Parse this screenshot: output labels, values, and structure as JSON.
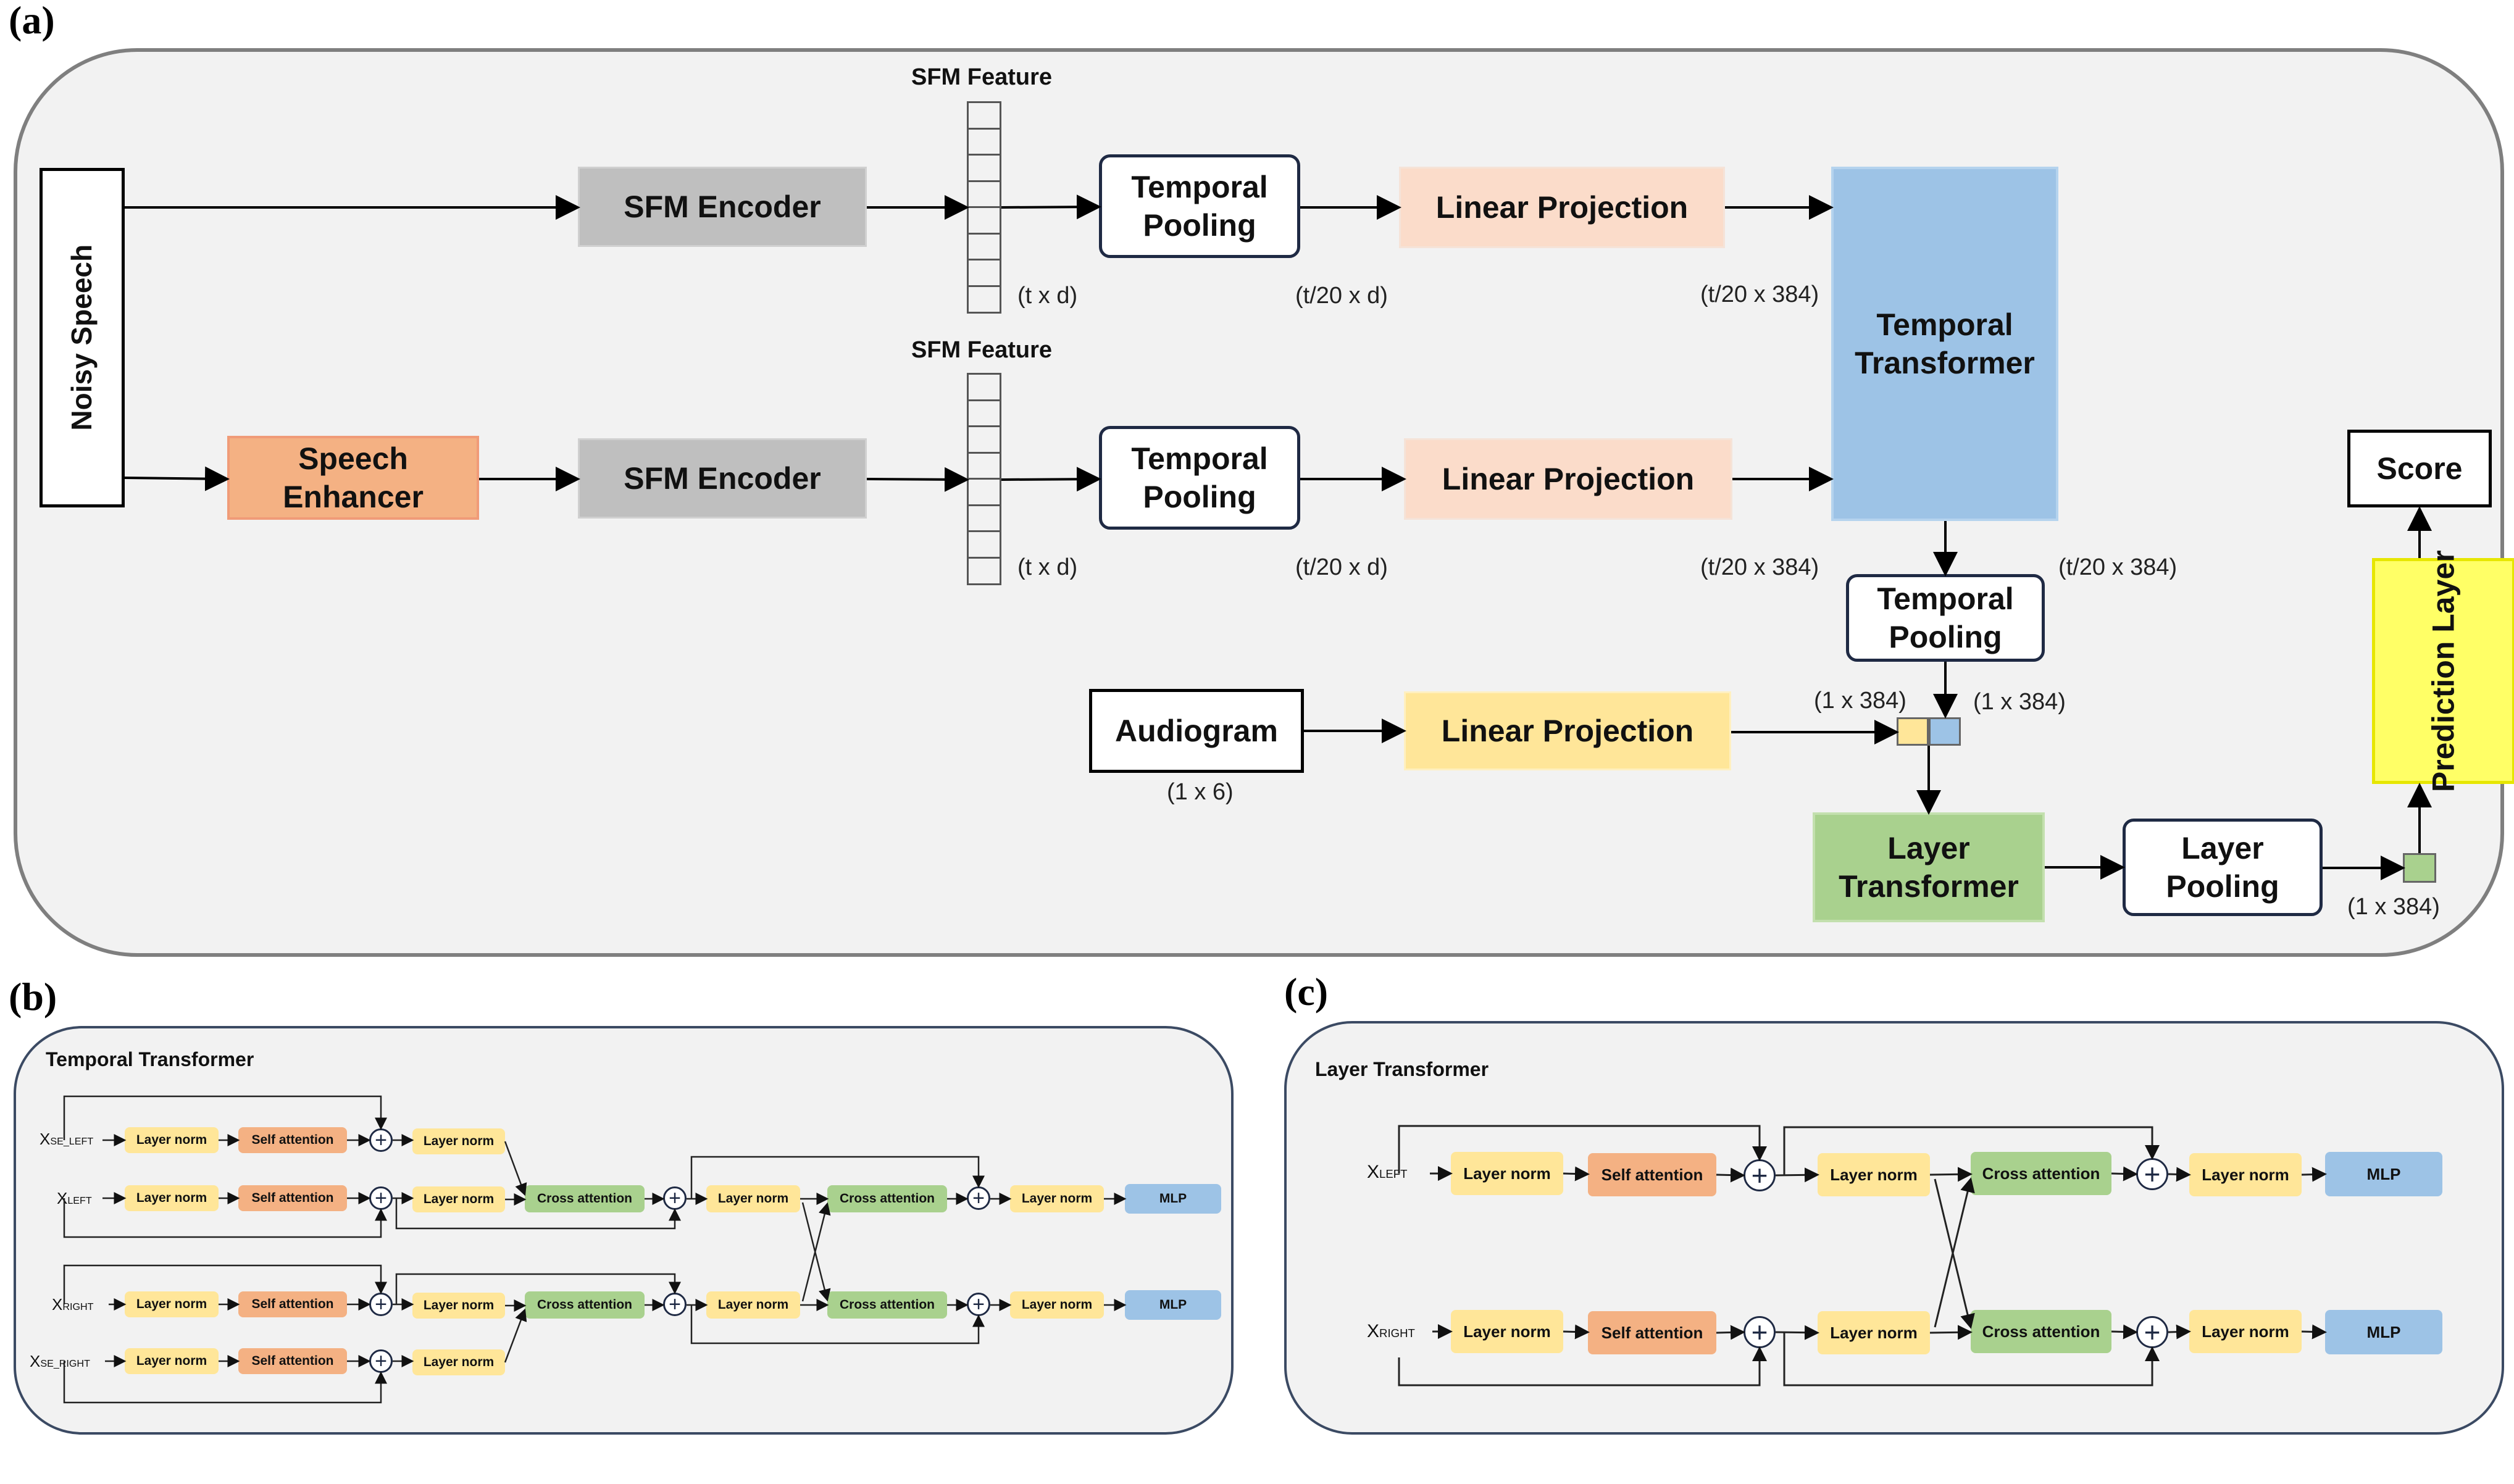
{
  "panel_labels": {
    "a": "(a)",
    "b": "(b)",
    "c": "(c)"
  },
  "main": {
    "noisy_speech": "Noisy Speech",
    "speech_enhancer": "Speech Enhancer",
    "sfm_encoder_top": "SFM Encoder",
    "sfm_encoder_bottom": "SFM Encoder",
    "sfm_feature_top": "SFM Feature",
    "sfm_feature_bottom": "SFM Feature",
    "temporal_pooling_top": "Temporal Pooling",
    "temporal_pooling_bottom": "Temporal Pooling",
    "temporal_pooling_after": "Temporal Pooling",
    "linear_projection_top": "Linear Projection",
    "linear_projection_bottom": "Linear Projection",
    "linear_projection_audiogram": "Linear Projection",
    "temporal_transformer": "Temporal Transformer",
    "audiogram": "Audiogram",
    "layer_transformer": "Layer Transformer",
    "layer_pooling": "Layer Pooling",
    "prediction_layer": "Prediction Layer",
    "score": "Score",
    "colors": {
      "sfm_encoder": "#bfbfbf",
      "speech_enhancer": "#f4b183",
      "linear_projection": "#fbdcca",
      "temporal_transformer": "#9dc3e6",
      "audiogram_projection": "#ffe699",
      "layer_transformer": "#a9d18e",
      "prediction_layer": "#ffff66"
    },
    "dims": {
      "txd_top": "(t x d)",
      "txd_bottom": "(t x d)",
      "t20d_top": "(t/20 x d)",
      "t20d_bottom": "(t/20 x d)",
      "t20_384_top": "(t/20 x 384)",
      "t20_384_bottom_left": "(t/20 x 384)",
      "t20_384_bottom_right": "(t/20 x 384)",
      "one_384_left": "(1 x 384)",
      "one_384_right": "(1 x 384)",
      "one_6": "(1 x 6)",
      "one_384_out": "(1 x 384)"
    }
  },
  "temporal_transformer_detail": {
    "title": "Temporal Transformer",
    "inputs": {
      "xse_left": {
        "main": "X",
        "sub": "SE_LEFT"
      },
      "xleft": {
        "main": "X",
        "sub": "LEFT"
      },
      "xright": {
        "main": "X",
        "sub": "RIGHT"
      },
      "xse_right": {
        "main": "X",
        "sub": "SE_RIGHT"
      }
    },
    "layer_norm": "Layer norm",
    "self_attention": "Self attention",
    "cross_attention": "Cross attention",
    "mlp": "MLP",
    "plus": "+"
  },
  "layer_transformer_detail": {
    "title": "Layer Transformer",
    "inputs": {
      "xleft": {
        "main": "X",
        "sub": "LEFT"
      },
      "xright": {
        "main": "X",
        "sub": "RIGHT"
      }
    },
    "layer_norm": "Layer norm",
    "self_attention": "Self attention",
    "cross_attention": "Cross attention",
    "mlp": "MLP",
    "plus": "+"
  }
}
